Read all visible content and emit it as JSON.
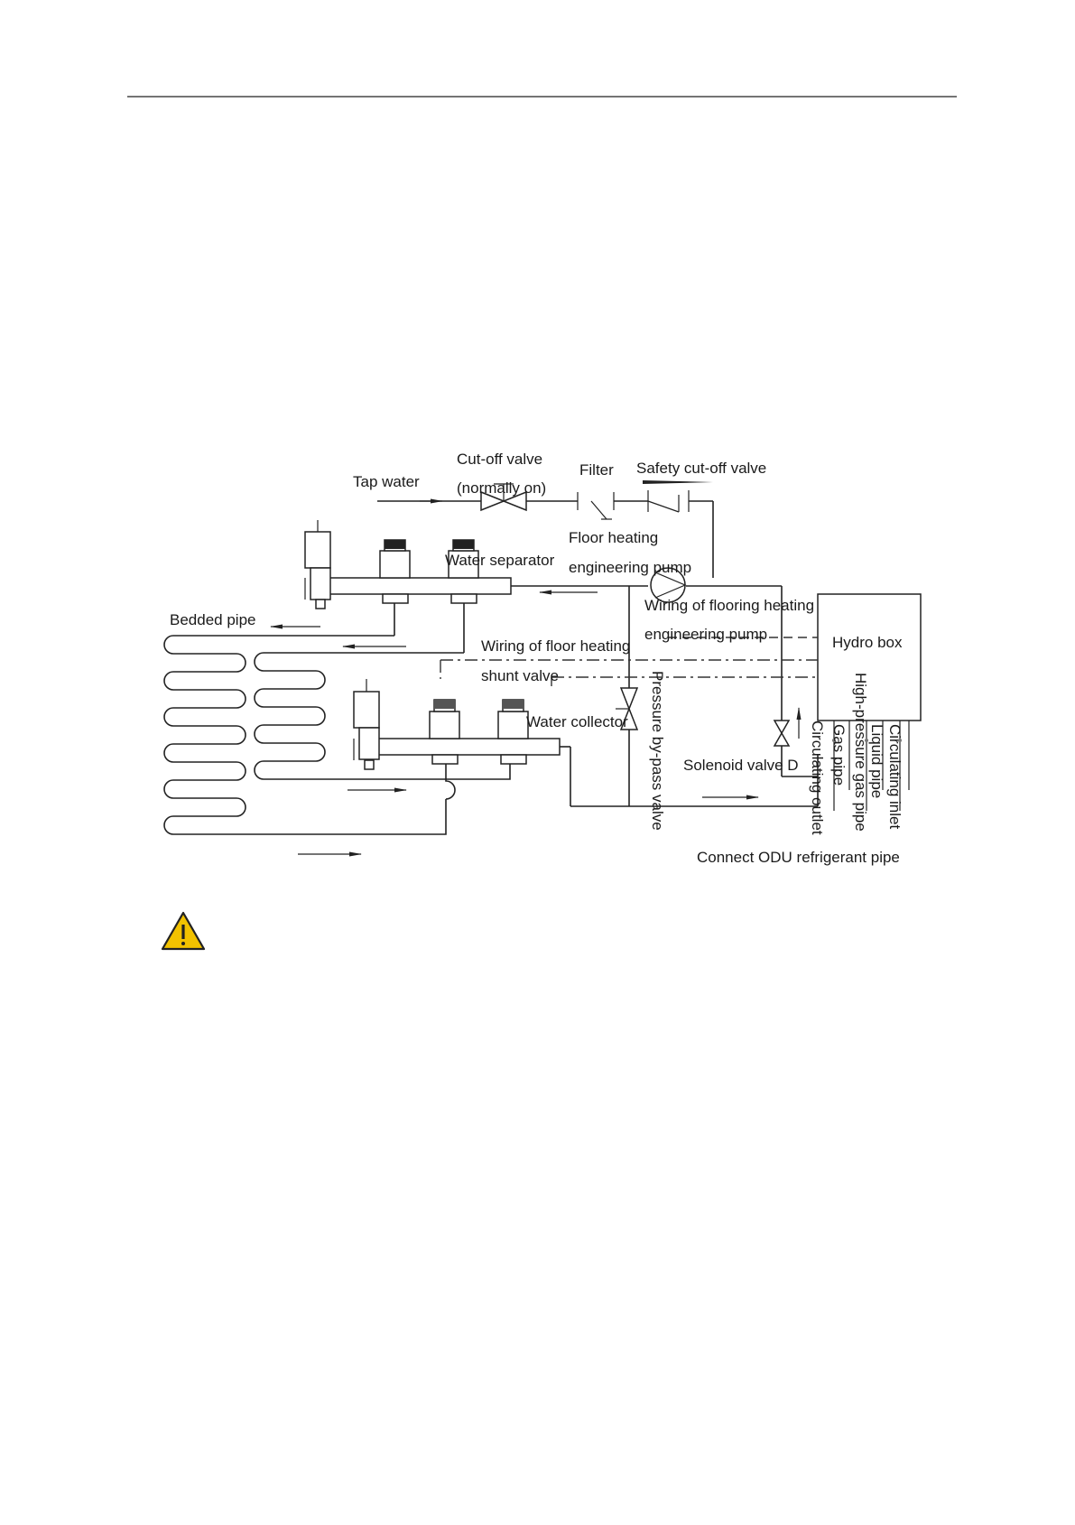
{
  "labels": {
    "tap_water": "Tap water",
    "cutoff_valve": "Cut-off valve",
    "cutoff_valve_note": "(normally on)",
    "filter": "Filter",
    "safety_valve": "Safety cut-off valve",
    "floor_pump_1": "Floor heating",
    "floor_pump_2": "engineering pump",
    "water_separator": "Water separator",
    "bedded_pipe": "Bedded pipe",
    "wiring_pump_1": "Wiring of flooring heating",
    "wiring_pump_2": "engineering pump",
    "hydro_box": "Hydro box",
    "wiring_shunt_1": "Wiring of floor heating",
    "wiring_shunt_2": "shunt valve",
    "water_collector": "Water collector",
    "bypass_valve": "Pressure by-pass valve",
    "solenoid_valve": "Solenoid valve D",
    "circulating_outlet": "Circulating outlet",
    "gas_pipe": "Gas pipe",
    "hp_gas_pipe": "High-pressure gas pipe",
    "liquid_pipe": "Liquid pipe",
    "circulating_inlet": "Circulating inlet",
    "connect_odu": "Connect ODU refrigerant pipe"
  }
}
